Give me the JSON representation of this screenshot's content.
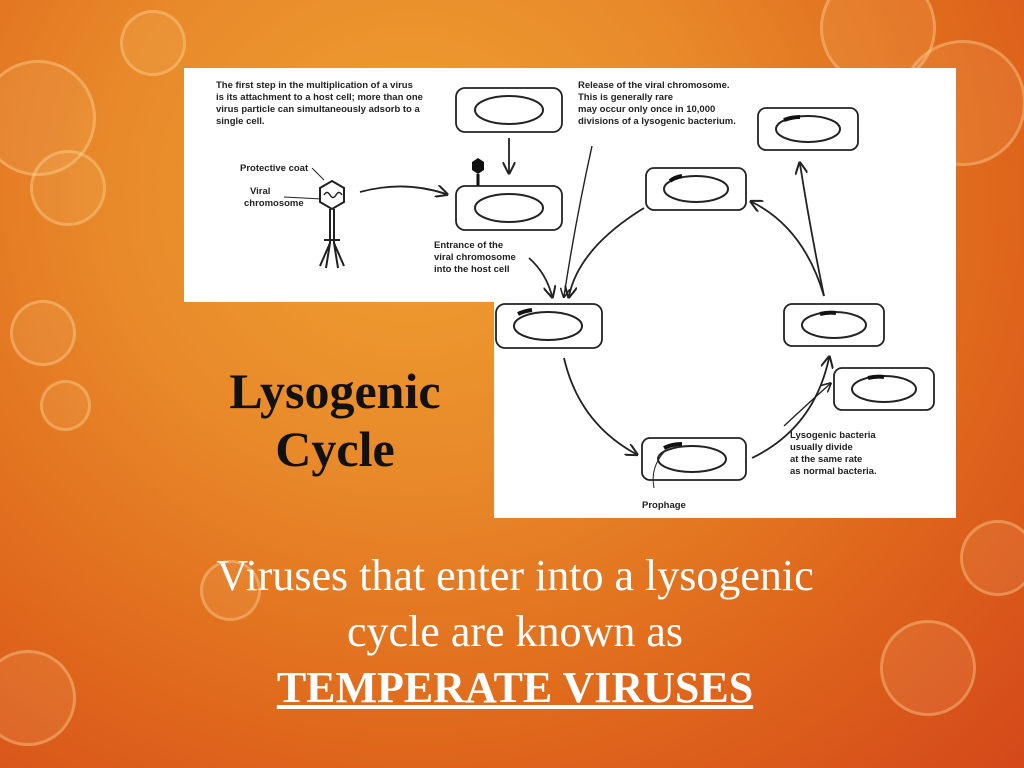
{
  "slide": {
    "title_line1": "Lysogenic",
    "title_line2": "Cycle",
    "subtitle_line1": "Viruses that enter into a lysogenic",
    "subtitle_line2": "cycle are known as",
    "subtitle_emphasis": "TEMPERATE VIRUSES"
  },
  "diagram": {
    "step1_lines": [
      "The first step in the multiplication of a virus",
      "is its attachment to a host cell; more than one",
      "virus particle can simultaneously adsorb to a",
      "single cell."
    ],
    "protective_coat": "Protective coat",
    "viral_chromosome_lines": [
      "Viral",
      "chromosome"
    ],
    "entrance_lines": [
      "Entrance of the",
      "viral chromosome",
      "into the host cell"
    ],
    "release_lines": [
      "Release of the viral chromosome.",
      "This is generally rare",
      "may occur only once in 10,000",
      "divisions of a lysogenic bacterium."
    ],
    "divide_lines": [
      "Lysogenic bacteria",
      "usually divide",
      "at the same rate",
      "as normal bacteria."
    ],
    "prophage": "Prophage"
  }
}
